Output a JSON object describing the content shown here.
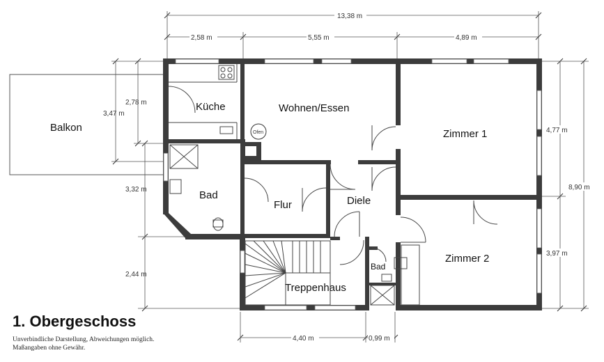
{
  "rooms": {
    "balkon": "Balkon",
    "kueche": "Küche",
    "wohnen": "Wohnen/Essen",
    "zimmer1": "Zimmer 1",
    "zimmer2": "Zimmer 2",
    "bad": "Bad",
    "flur": "Flur",
    "diele": "Diele",
    "bad_small": "Bad",
    "treppenhaus": "Treppenhaus",
    "ofen": "Ofen"
  },
  "dimensions": {
    "total_width": "13,38 m",
    "seg1": "2,58 m",
    "seg2": "5,55 m",
    "seg3": "4,89 m",
    "left_278": "2,78 m",
    "left_347": "3,47 m",
    "left_332": "3,32 m",
    "left_244": "2,44 m",
    "right_477": "4,77 m",
    "right_397": "3,97 m",
    "right_890": "8,90 m",
    "bottom_440": "4,40 m",
    "bottom_099": "0,99 m"
  },
  "title": "1. Obergeschoss",
  "notes": {
    "line1": "Unverbindliche Darstellung, Abweichungen möglich.",
    "line2": "Maßangaben ohne Gewähr."
  }
}
